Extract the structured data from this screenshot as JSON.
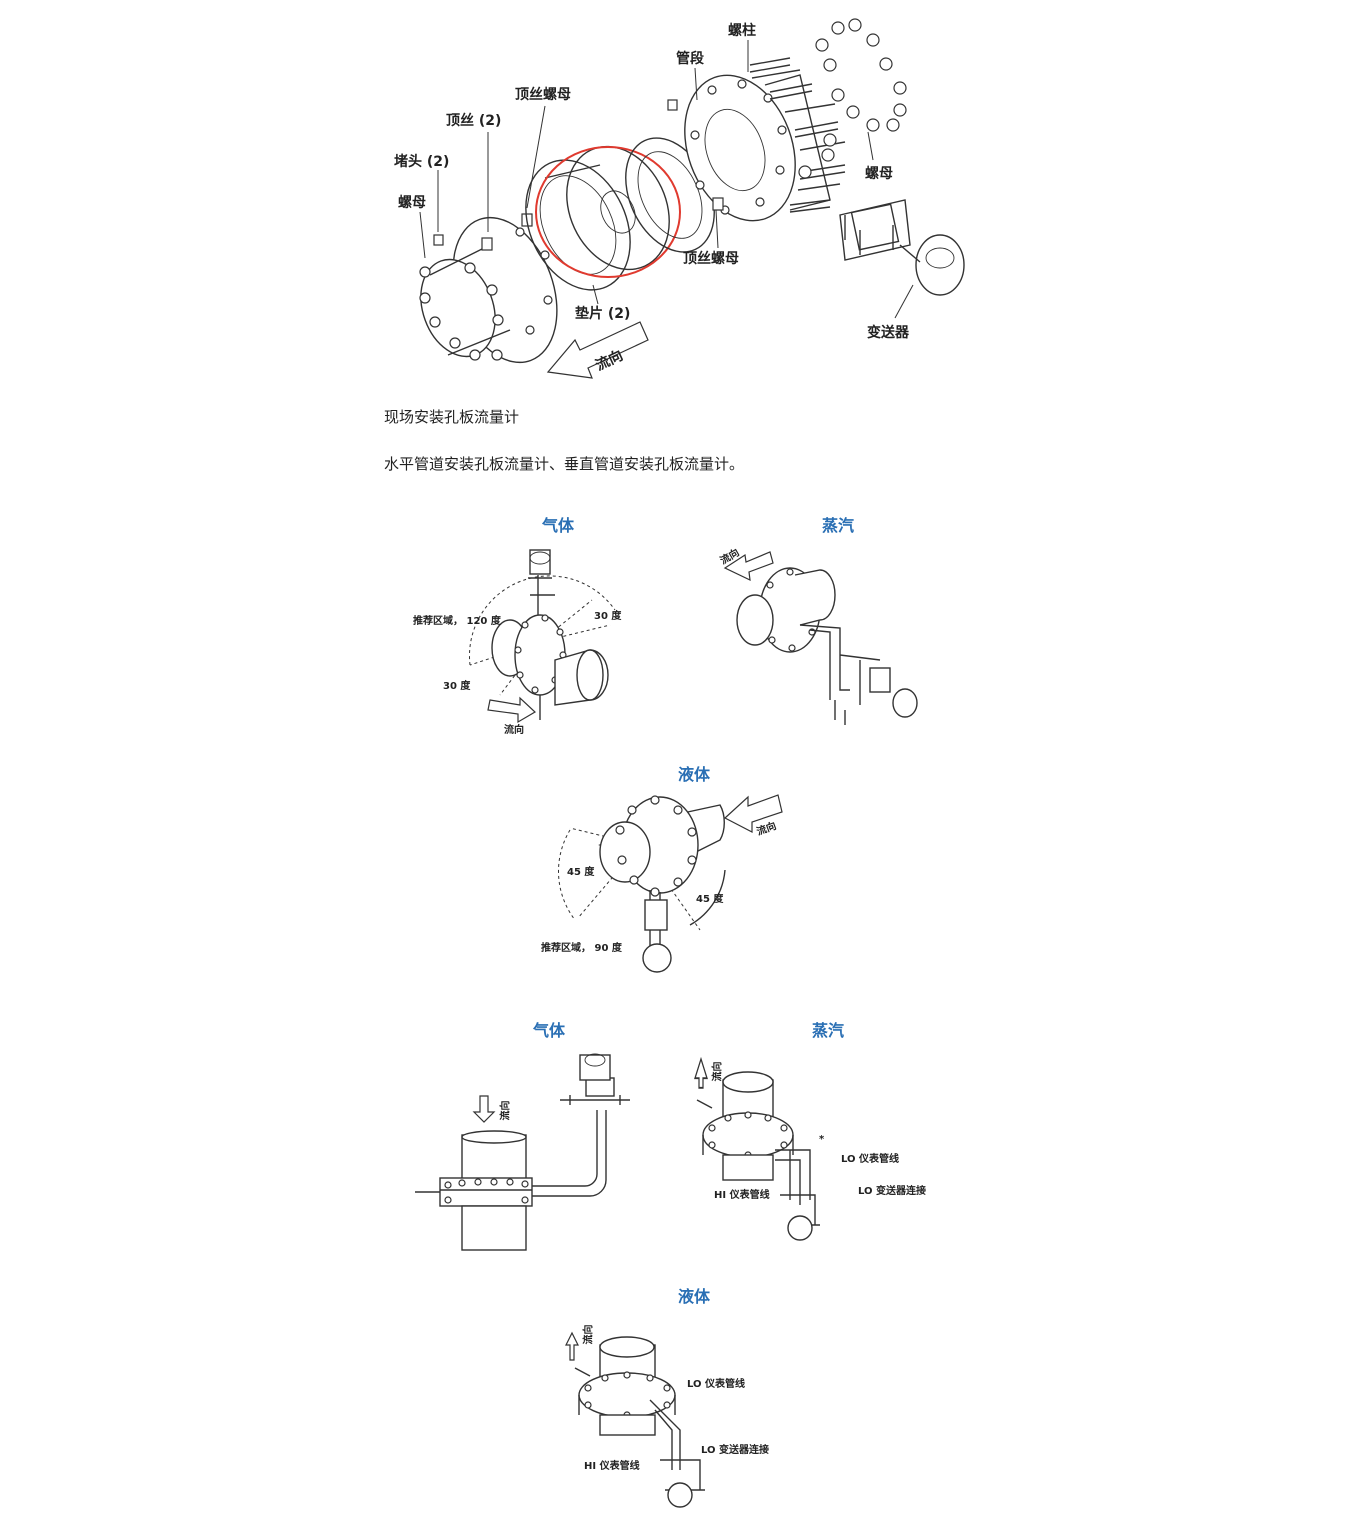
{
  "exploded_view": {
    "labels": {
      "stud": "螺柱",
      "pipe_section": "管段",
      "jack_nut_top": "顶丝螺母",
      "jack_screw": "顶丝 (2)",
      "plug": "堵头 (2)",
      "nut_left": "螺母",
      "nut_right": "螺母",
      "jack_nut_bottom": "顶丝螺母",
      "gasket": "垫片 (2)",
      "flow": "流向",
      "transmitter": "变送器"
    }
  },
  "text": {
    "caption": "现场安装孔板流量计",
    "description": "水平管道安装孔板流量计、垂直管道安装孔板流量计。"
  },
  "horizontal": {
    "gas": {
      "title": "气体",
      "zone": "推荐区域， 120 度",
      "angle_right": "30 度",
      "angle_left": "30 度",
      "flow": "流向"
    },
    "steam": {
      "title": "蒸汽",
      "flow": "流向"
    },
    "liquid": {
      "title": "液体",
      "flow": "流向",
      "angle_left": "45 度",
      "angle_right": "45 度",
      "zone": "推荐区域， 90 度"
    }
  },
  "vertical": {
    "gas": {
      "title": "气体",
      "flow": "流向"
    },
    "steam": {
      "title": "蒸汽",
      "flow": "流向",
      "asterisk": "*",
      "lo_line": "LO 仪表管线",
      "hi_line": "HI 仪表管线",
      "lo_conn": "LO 变送器连接"
    },
    "liquid": {
      "title": "液体",
      "flow": "流向",
      "lo_line": "LO 仪表管线",
      "lo_conn": "LO 变送器连接",
      "hi_line": "HI 仪表管线"
    }
  }
}
